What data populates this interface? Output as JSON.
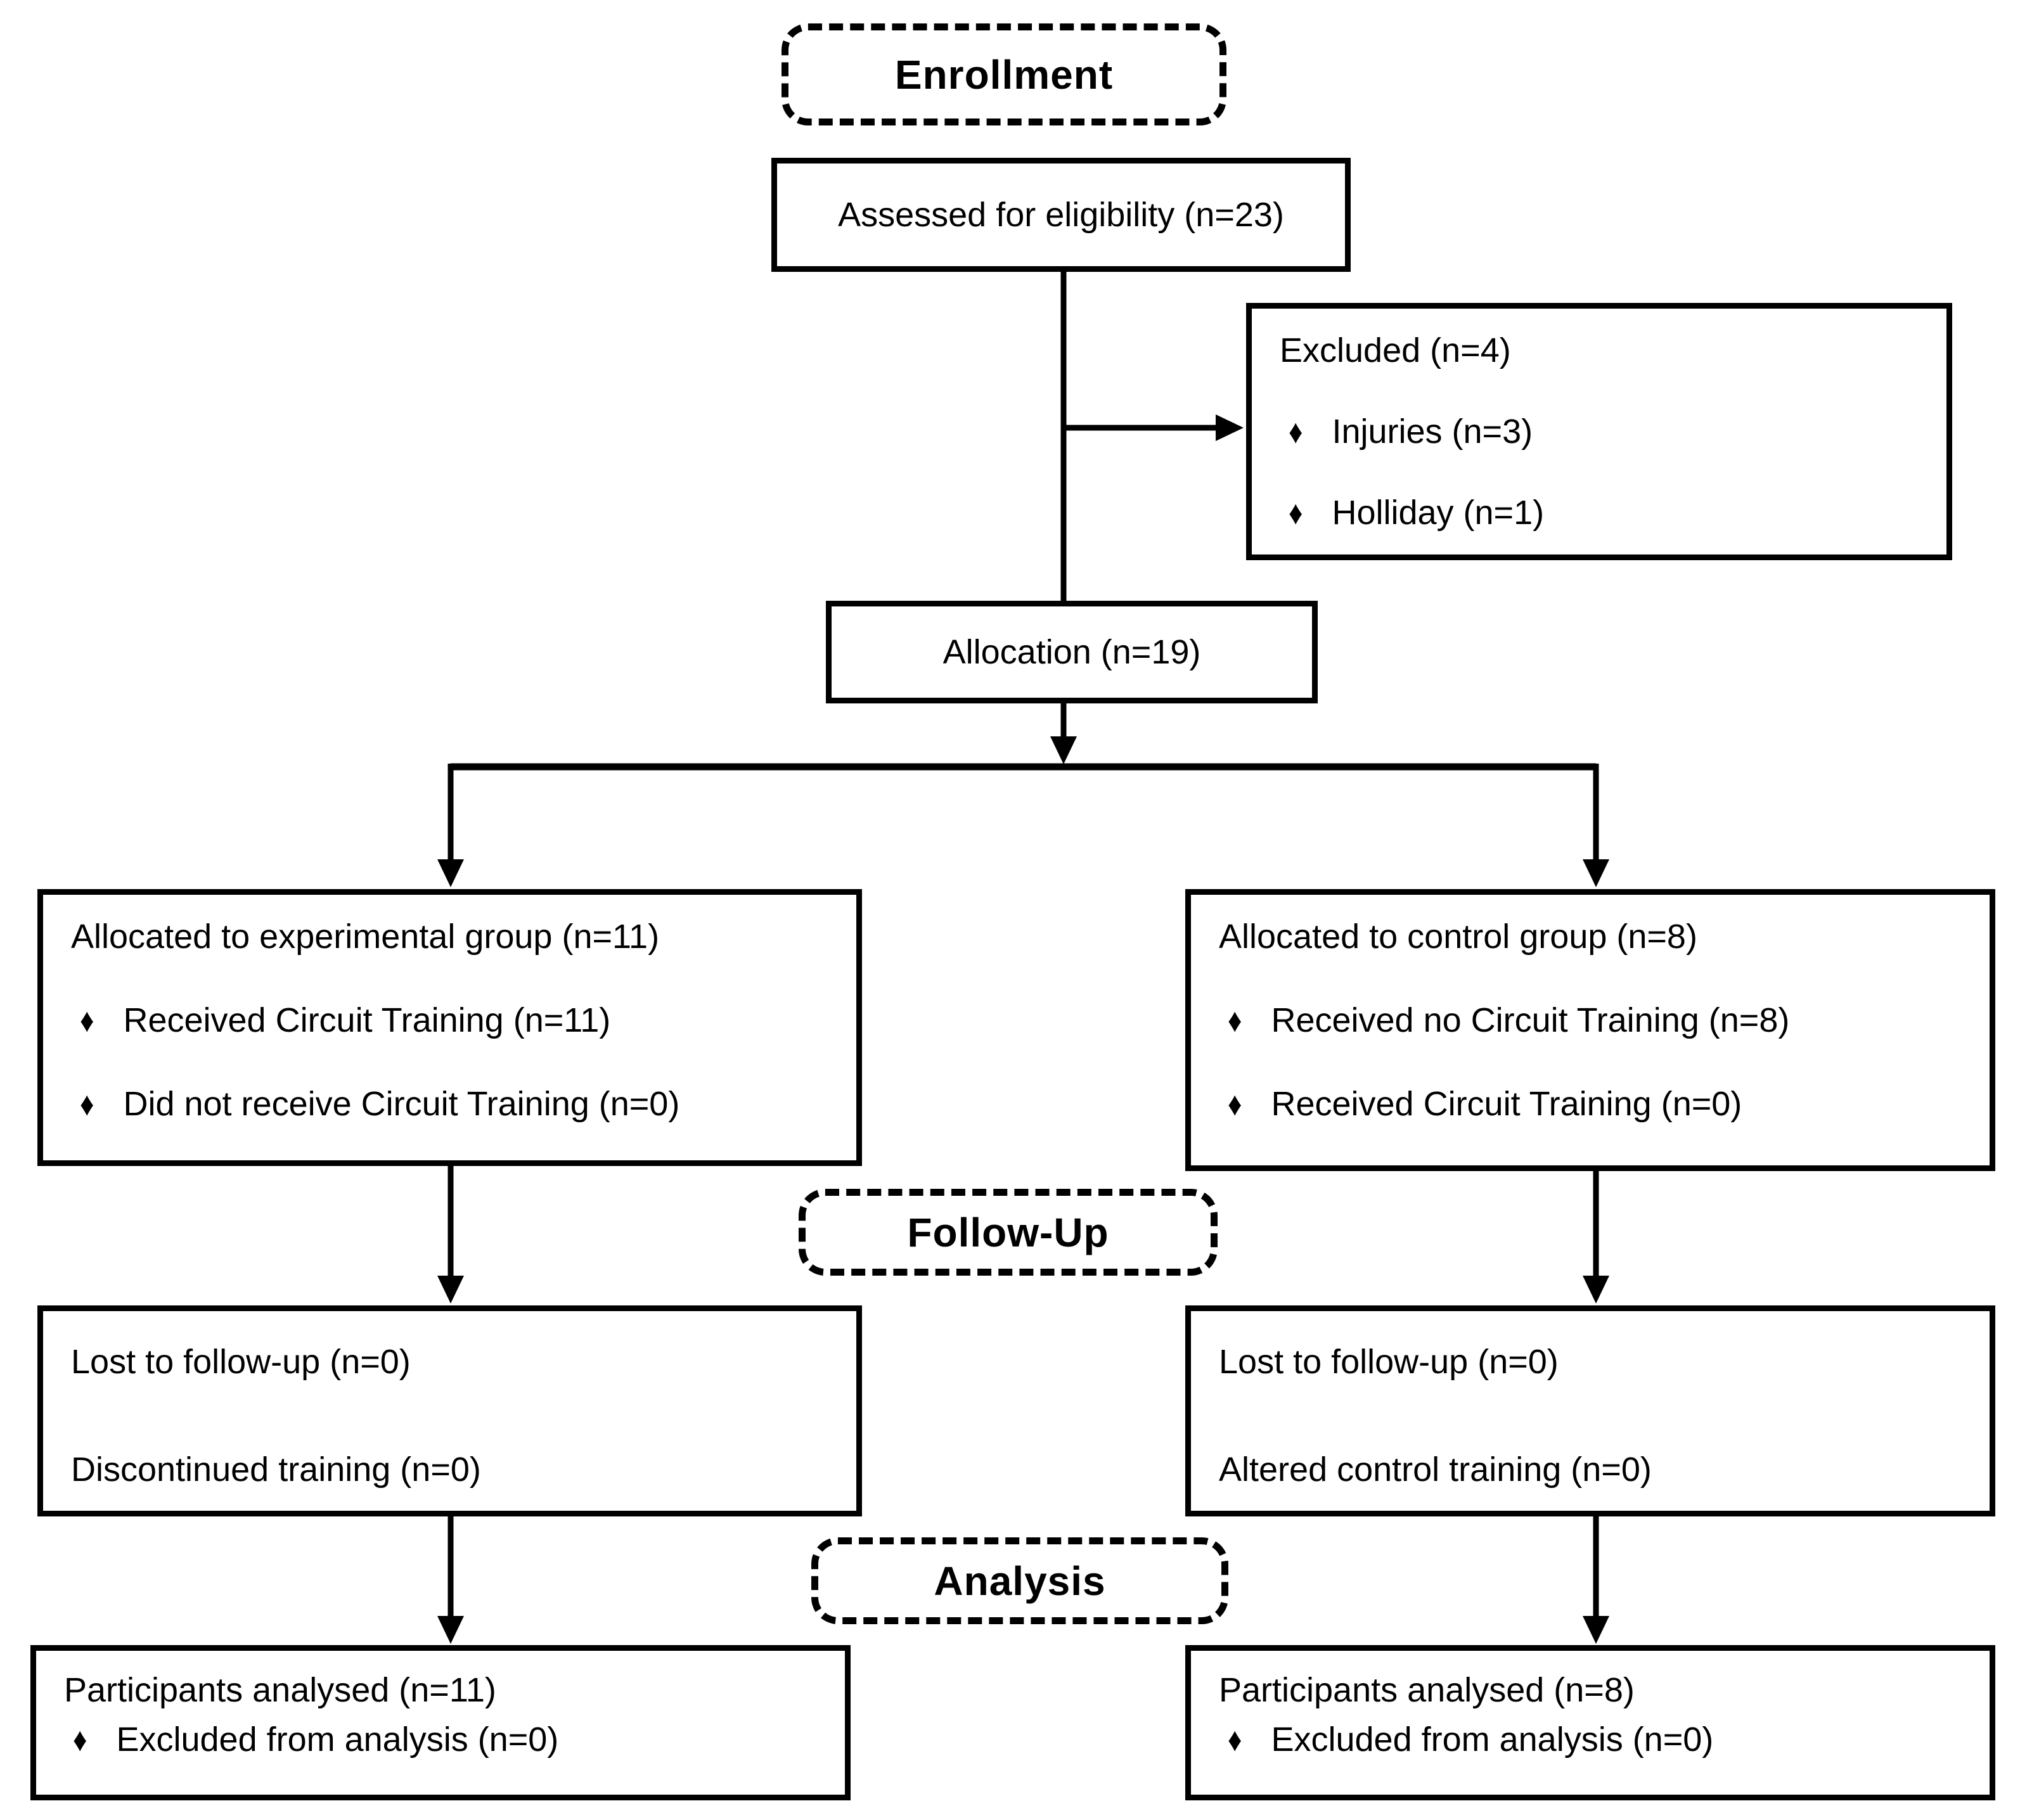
{
  "bullet_char": "♦",
  "colors": {
    "ink": "#000000",
    "background": "#ffffff"
  },
  "stages": {
    "enrollment_label": "Enrollment",
    "followup_label": "Follow-Up",
    "analysis_label": "Analysis"
  },
  "boxes": {
    "assessed": {
      "text": "Assessed for eligibility (n=23)"
    },
    "excluded": {
      "title": "Excluded (n=4)",
      "items": [
        "Injuries (n=3)",
        "Holliday (n=1)"
      ]
    },
    "allocation": {
      "text": "Allocation (n=19)"
    },
    "alloc_experimental": {
      "title": "Allocated to experimental group (n=11)",
      "items": [
        "Received Circuit Training (n=11)",
        "Did not receive Circuit Training (n=0)"
      ]
    },
    "alloc_control": {
      "title": "Allocated to control group (n=8)",
      "items": [
        "Received no Circuit Training (n=8)",
        "Received Circuit Training (n=0)"
      ]
    },
    "fu_experimental": {
      "lines": [
        "Lost to follow-up (n=0)",
        "Discontinued training (n=0)"
      ]
    },
    "fu_control": {
      "lines": [
        "Lost to follow-up (n=0)",
        "Altered control training (n=0)"
      ]
    },
    "analysed_experimental": {
      "title": "Participants analysed (n=11)",
      "items": [
        "Excluded from analysis (n=0)"
      ]
    },
    "analysed_control": {
      "title": "Participants analysed (n=8)",
      "items": [
        "Excluded from analysis (n=0)"
      ]
    }
  }
}
